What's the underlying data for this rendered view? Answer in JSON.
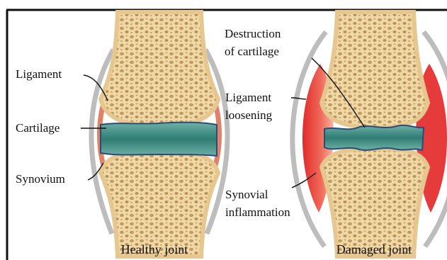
{
  "labels": {
    "ligament": "Ligament",
    "cartilage": "Cartilage",
    "synovium": "Synovium",
    "destruction_line1": "Destruction",
    "destruction_line2": "of cartilage",
    "ligament_loosening_line1": "Ligament",
    "ligament_loosening_line2": "loosening",
    "synovial_line1": "Synovial",
    "synovial_line2": "inflammation"
  },
  "captions": {
    "healthy": "Healthy joint",
    "damaged": "Damaged joint"
  },
  "colors": {
    "bone": "#f3dfb4",
    "bone_texture": "#b08c5a",
    "cartilage": "#3f8f86",
    "capsule": "#c9c9c9",
    "synovium": "#e0826a",
    "inflammation": "#e34848",
    "frame": "#111111"
  }
}
